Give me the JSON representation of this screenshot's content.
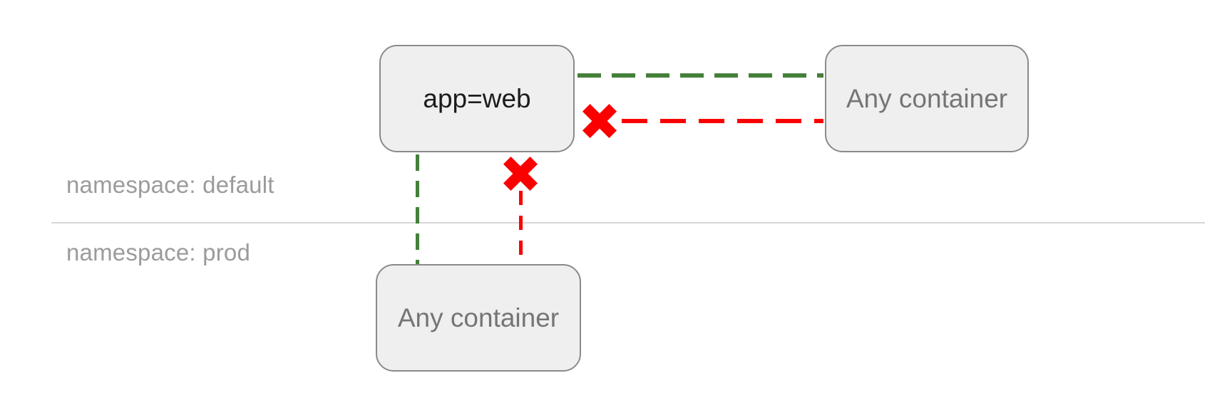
{
  "nodes": {
    "app_web": {
      "label": "app=web",
      "namespace": "default"
    },
    "any_container_default": {
      "label": "Any container",
      "namespace": "default"
    },
    "any_container_prod": {
      "label": "Any container",
      "namespace": "prod"
    }
  },
  "namespace_labels": {
    "default": "namespace: default",
    "prod": "namespace: prod"
  },
  "edges": [
    {
      "from": "any_container_default",
      "to": "app_web",
      "status": "allowed",
      "style": "green-dashed"
    },
    {
      "from": "any_container_default",
      "to": "app_web",
      "status": "blocked",
      "style": "red-dashed-x"
    },
    {
      "from": "any_container_prod",
      "to": "app_web",
      "status": "allowed",
      "style": "green-dashed"
    },
    {
      "from": "any_container_prod",
      "to": "app_web",
      "status": "blocked",
      "style": "red-dashed-x"
    }
  ],
  "icons": {
    "blocked": "x-mark"
  },
  "colors": {
    "allowed-green": "#45803a",
    "blocked-red": "#fb0000",
    "node-fill": "#efefef",
    "node-border": "#8a8a8a",
    "node-text": "#757575",
    "node-text-dark": "#1c1c1c",
    "namespace-label": "#9b9b9b",
    "divider": "#d6d6d6",
    "background": "#ffffff"
  }
}
